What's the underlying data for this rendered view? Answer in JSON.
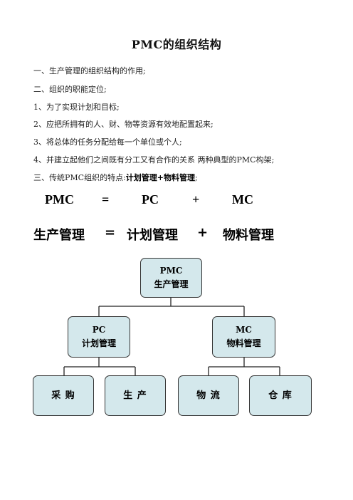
{
  "title": "PMC的组织结构",
  "lines": [
    "一、生产管理的组织结构的作用;",
    "二、组织的职能定位;",
    "1、为了实现计划和目标;",
    "2、应把所拥有的人、财、物等资源有效地配置起来;",
    "3、将总体的任务分配给每一个单位或个人;",
    "4、并建立起他们之间既有分工又有合作的关系 两种典型的PMC构架;"
  ],
  "line7": {
    "prefix": "三、传统PMC组织的特点:",
    "bold": "计划管理+物料管理",
    "suffix": ";"
  },
  "equation1": {
    "left": "PMC",
    "eq": "=",
    "a": "PC",
    "plus": "+",
    "b": "MC"
  },
  "equation2": {
    "left": "生产管理",
    "eq": "=",
    "a": "计划管理",
    "plus": "+",
    "b": "物料管理"
  },
  "org": {
    "root": {
      "line1": "PMC",
      "line2": "生产管理"
    },
    "pc": {
      "line1": "PC",
      "line2": "计划管理"
    },
    "mc": {
      "line1": "MC",
      "line2": "物料管理"
    },
    "leaves": [
      "采 购",
      "生 产",
      "物 流",
      "仓 库"
    ]
  },
  "colors": {
    "box_fill": "#d4e8ec",
    "box_border": "#333333"
  }
}
